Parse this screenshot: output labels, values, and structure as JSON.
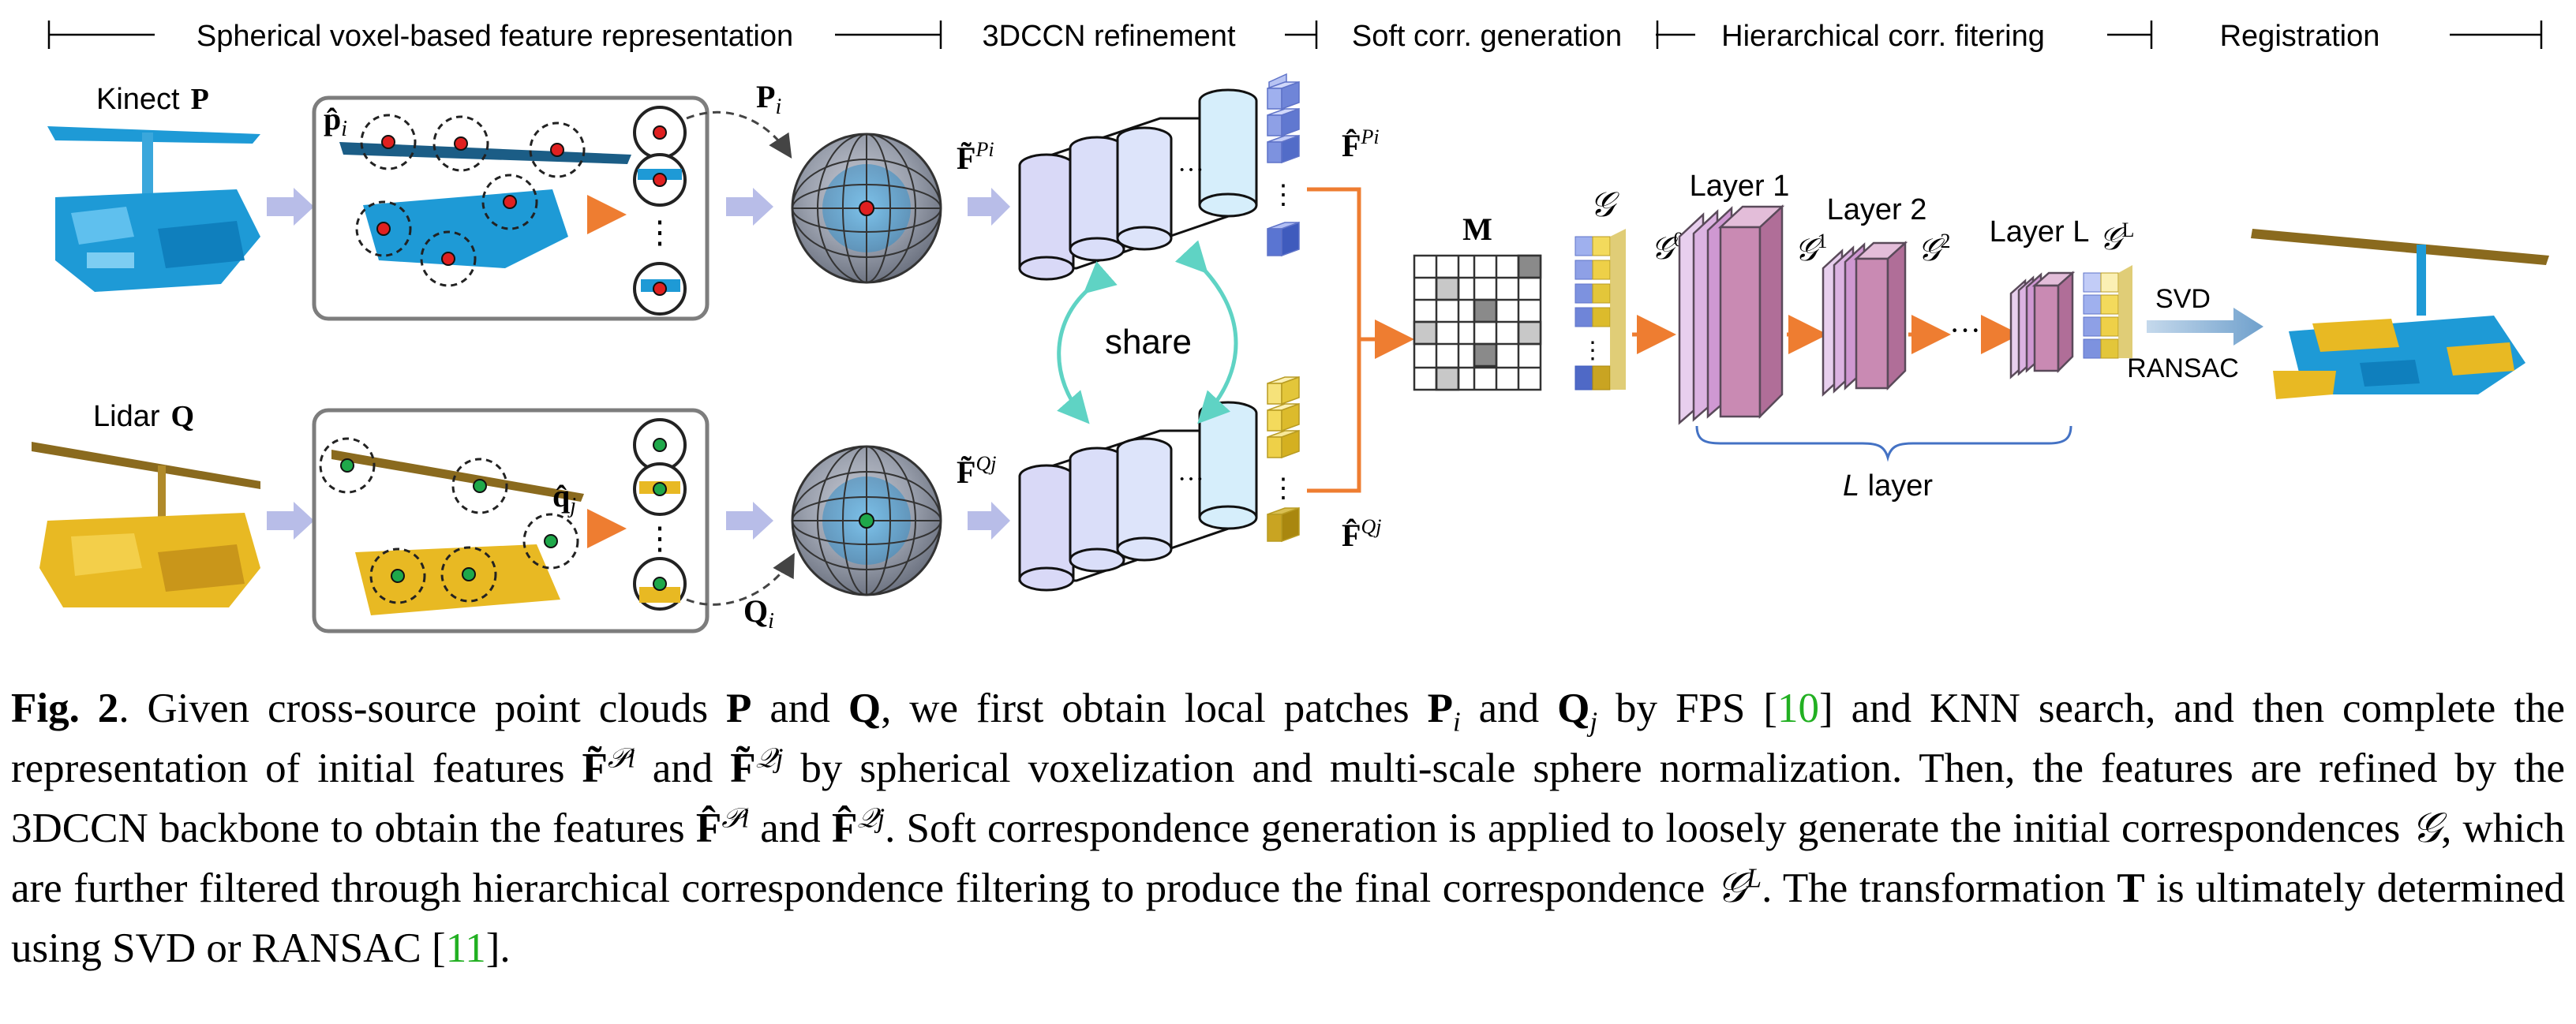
{
  "stages": [
    "Spherical voxel-based feature representation",
    "3DCCN refinement",
    "Soft corr. generation",
    "Hierarchical corr. fitering",
    "Registration"
  ],
  "labels": {
    "kinect": "Kinect",
    "kinect_sym": "P",
    "lidar": "Lidar",
    "lidar_sym": "Q",
    "p_hat": "p̂",
    "p_hat_sub": "i",
    "q_hat": "q̂",
    "q_hat_sub": "j",
    "P_i": "P",
    "P_i_sub": "i",
    "Q_i": "Q",
    "Q_i_sub": "i",
    "F_tilde_P": "F̃",
    "F_tilde_P_sup": "Pi",
    "F_tilde_Q": "F̃",
    "F_tilde_Q_sup": "Qj",
    "F_hat_P": "F̂",
    "F_hat_P_sup": "Pi",
    "F_hat_Q": "F̂",
    "F_hat_Q_sup": "Qj",
    "share": "share",
    "matrix": "M",
    "g_cal": "𝒢",
    "g0": "𝒢",
    "g0_sup": "0",
    "g1": "𝒢",
    "g1_sup": "1",
    "g2": "𝒢",
    "g2_sup": "2",
    "gL": "𝒢",
    "gL_sup": "L",
    "layer1": "Layer 1",
    "layer2": "Layer 2",
    "layerL": "Layer L",
    "l_layer_italic": "L",
    "l_layer_rest": " layer",
    "svd": "SVD",
    "ransac": "RANSAC",
    "ellipsis": "···",
    "vdots": "⋮"
  },
  "colors": {
    "kinect_blue": "#1e9ad6",
    "lidar_yellow": "#e8b923",
    "arrow_orange": "#ee7d31",
    "arrow_lavender": "#b8bde8",
    "share_teal": "#5fd3c4",
    "point_red": "#e02020",
    "point_green": "#1fa84a",
    "brace_blue": "#4472c4",
    "layer_pink": "#c98ab3",
    "cite_green": "#22b022"
  },
  "caption": {
    "fig_label": "Fig. 2",
    "s1": ".   Given cross-source point clouds ",
    "P": "P",
    "s2": " and ",
    "Q": "Q",
    "s3": ", we first obtain local patches ",
    "Pi": "P",
    "Pi_sub": "i",
    "s4": " and ",
    "Qj": "Q",
    "Qj_sub": "j",
    "s5": " by FPS [",
    "cite1": "10",
    "s6": "] and KNN search, and then complete the representation of initial features ",
    "Ft": "F̃",
    "Ft_sup_P": "𝒫i",
    "s7": " and ",
    "Ft2": "F̃",
    "Ft_sup_Q": "𝒬j",
    "s8": " by spherical voxelization and multi-scale sphere normalization. Then, the features are refined by the 3DCCN backbone to obtain the features ",
    "Fh": "F̂",
    "Fh_sup_P": "𝒫i",
    "s9": " and ",
    "Fh2": "F̂",
    "Fh_sup_Q": "𝒬j",
    "s10": ". Soft correspondence generation is applied to loosely generate the initial correspondences ",
    "G": "𝒢",
    "s11": ", which are further filtered through hierarchical correspondence filtering to produce the final correspondence ",
    "GL": "𝒢",
    "GL_sup": "L",
    "s12": ". The transformation ",
    "T": "T",
    "s13": " is ultimately determined using SVD or RANSAC [",
    "cite2": "11",
    "s14": "]."
  }
}
